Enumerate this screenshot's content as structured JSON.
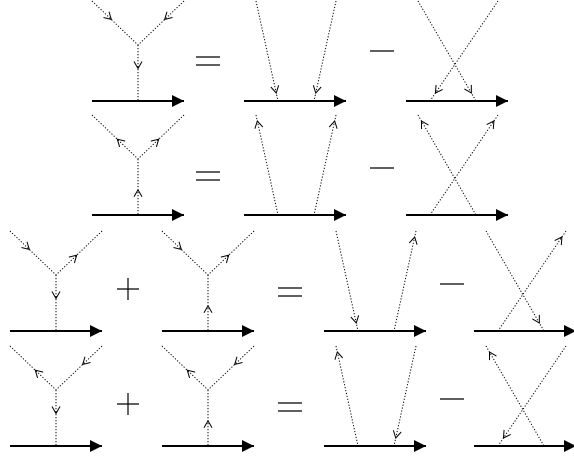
{
  "equations": [
    {
      "lhs": [
        "vertex-in-in"
      ],
      "rhs": [
        "two-lines-in-in"
      ],
      "minus": true
    },
    {
      "lhs": [
        "vertex-out-out"
      ],
      "rhs": [
        "two-lines-out-out"
      ],
      "minus": true
    },
    {
      "lhs": [
        "vertex-in-out",
        "vertex-out-in"
      ],
      "rhs": [
        "two-lines-in-out"
      ],
      "minus": true
    },
    {
      "lhs": [
        "vertex-out-in-2",
        "vertex-out-out-2"
      ],
      "rhs": [
        "two-lines-out-in"
      ],
      "minus": true
    }
  ],
  "symbols": {
    "equals": "=",
    "plus": "+",
    "minus": "−"
  },
  "line_style": {
    "solid_color": "#000000",
    "dotted_color": "#000000"
  }
}
